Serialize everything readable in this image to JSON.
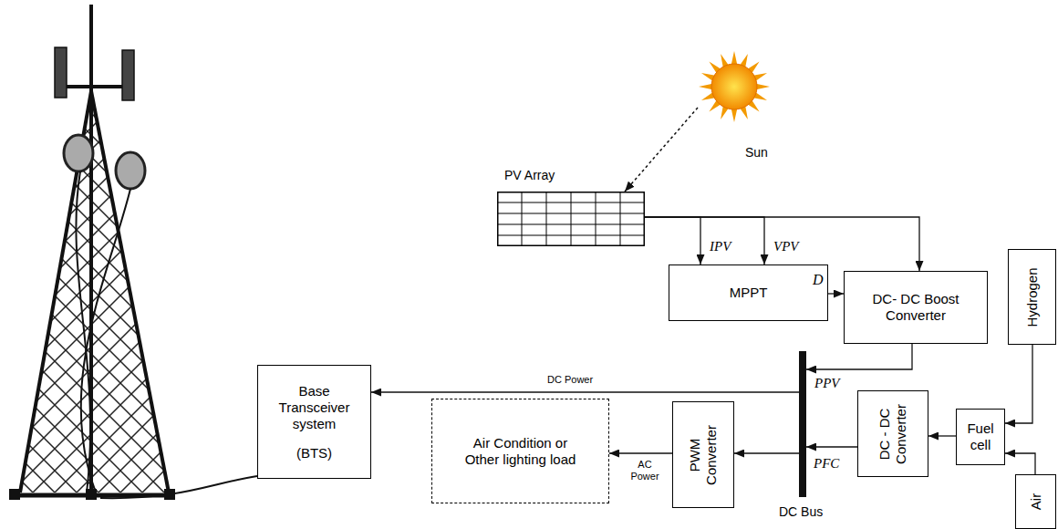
{
  "diagram": {
    "nodes": [
      {
        "text": [
          "PV Array"
        ]
      },
      {
        "text": [
          "Sun"
        ]
      },
      {
        "text": [
          "MPPT"
        ]
      },
      {
        "text": [
          "DC- DC Boost Converter"
        ]
      },
      {
        "text": [
          "Hydrogen"
        ]
      },
      {
        "text": [
          "Base Transceiver system",
          "(BTS)"
        ]
      },
      {
        "text": [
          "Air Condition or Other lighting load"
        ]
      },
      {
        "text": [
          "PWM Converter"
        ]
      },
      {
        "text": [
          "DC - DC Converter"
        ]
      },
      {
        "text": [
          "Fuel cell"
        ]
      },
      {
        "text": [
          "Air"
        ]
      },
      {
        "text": [
          "DC Bus"
        ]
      }
    ],
    "edges": [
      {
        "from": 1,
        "to": 0,
        "arrow": "to"
      },
      {
        "from": 0,
        "to": 2,
        "label": "IPV",
        "arrow": "to"
      },
      {
        "from": 0,
        "to": 2,
        "label": "VPV",
        "arrow": "to"
      },
      {
        "from": 0,
        "to": 3,
        "arrow": "to"
      },
      {
        "from": 2,
        "to": 3,
        "label": "D",
        "arrow": "to"
      },
      {
        "from": 3,
        "to": 11,
        "label": "PPV",
        "arrow": "to"
      },
      {
        "from": 4,
        "to": 9,
        "arrow": "to"
      },
      {
        "from": 10,
        "to": 9,
        "arrow": "to"
      },
      {
        "from": 9,
        "to": 8,
        "arrow": "to"
      },
      {
        "from": 8,
        "to": 11,
        "label": "PFC",
        "arrow": "to"
      },
      {
        "from": 11,
        "to": 5,
        "label": "DC Power",
        "arrow": "to"
      },
      {
        "from": 11,
        "to": 7,
        "arrow": "to"
      },
      {
        "from": 7,
        "to": 6,
        "label": "AC Power",
        "arrow": "to"
      }
    ]
  }
}
